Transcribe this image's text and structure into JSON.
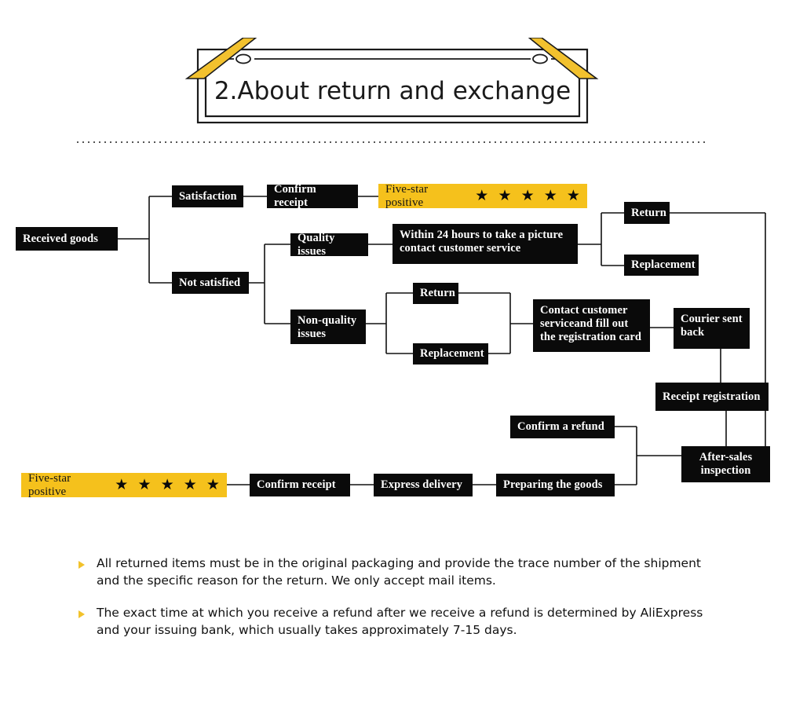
{
  "header": {
    "title": "2.About return and exchange",
    "ribbon_color": "#F2C12E",
    "frame_color": "#1a1a1a"
  },
  "divider": {
    "style": "dotted",
    "color": "#555555"
  },
  "flowchart": {
    "accent_color": "#F5C11C",
    "node_color": "#0a0a0a",
    "node_text_color": "#ffffff",
    "nodes": [
      {
        "id": "received-goods",
        "label": "Received goods"
      },
      {
        "id": "satisfaction",
        "label": "Satisfaction"
      },
      {
        "id": "not-satisfied",
        "label": "Not satisfied"
      },
      {
        "id": "confirm-receipt-top",
        "label": "Confirm receipt"
      },
      {
        "id": "five-star-top",
        "label": "Five-star positive",
        "stars": 5
      },
      {
        "id": "quality-issues",
        "label": "Quality issues"
      },
      {
        "id": "within-24-hours",
        "label": "Within 24 hours to take a picture contact customer service"
      },
      {
        "id": "return-top",
        "label": "Return"
      },
      {
        "id": "replacement-top",
        "label": "Replacement"
      },
      {
        "id": "non-quality-issues",
        "label": "Non-quality issues"
      },
      {
        "id": "return-mid",
        "label": "Return"
      },
      {
        "id": "replacement-mid",
        "label": "Replacement"
      },
      {
        "id": "contact-customer-service",
        "label": "Contact customer serviceand fill out the registration card"
      },
      {
        "id": "courier-sent-back",
        "label": "Courier sent back"
      },
      {
        "id": "receipt-registration",
        "label": "Receipt registration"
      },
      {
        "id": "after-sales-inspection",
        "label": "After-sales inspection"
      },
      {
        "id": "confirm-a-refund",
        "label": "Confirm a refund"
      },
      {
        "id": "preparing-the-goods",
        "label": "Preparing the goods"
      },
      {
        "id": "express-delivery",
        "label": "Express delivery"
      },
      {
        "id": "confirm-receipt-bottom",
        "label": "Confirm receipt"
      },
      {
        "id": "five-star-bottom",
        "label": "Five-star positive",
        "stars": 5
      }
    ]
  },
  "notes": [
    {
      "text": "All returned items must be in the original packaging and provide the trace number of the shipment and the specific reason for the return. We only accept mail items."
    },
    {
      "text": "The exact time at which you receive a refund after we receive a refund is determined by AliExpress and your issuing bank, which usually takes approximately 7-15 days."
    }
  ]
}
